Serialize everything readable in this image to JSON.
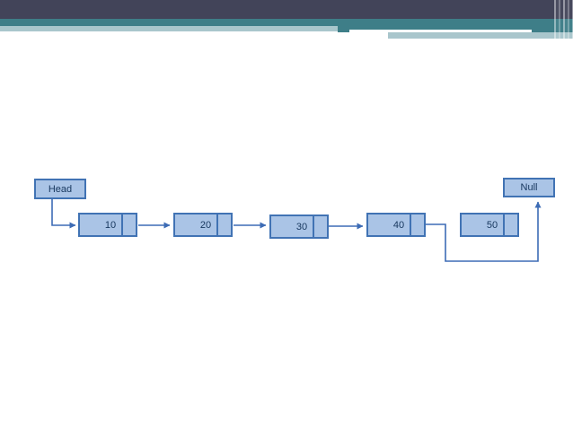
{
  "diagram": {
    "title": "singly-linked-list-delete-last-node",
    "head_label": "Head",
    "null_label": "Null",
    "nodes": [
      "10",
      "20",
      "30",
      "40",
      "50"
    ]
  },
  "theme": {
    "header_dark_bar": "#424459",
    "header_teal_bar": "#3e7e88",
    "header_pale_bar": "#a9c6cc",
    "node_fill": "#aac4e6",
    "node_border": "#4173b4",
    "node_text": "#17375e",
    "connector_color": "#3d6cb5",
    "slide_background": "#ffffff"
  }
}
